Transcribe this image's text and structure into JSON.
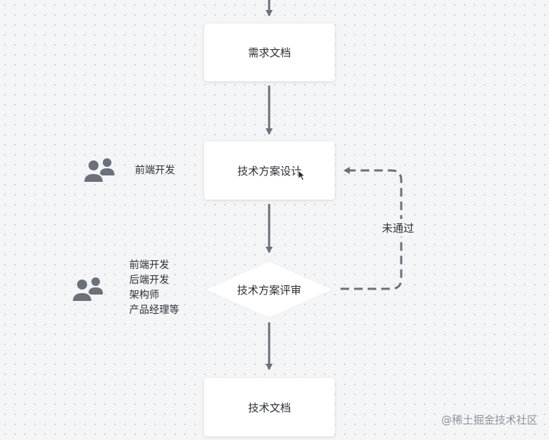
{
  "nodes": {
    "requirements_doc": "需求文档",
    "tech_design": "技术方案设计",
    "tech_review": "技术方案评审",
    "tech_doc": "技术文档"
  },
  "edges": {
    "rejected_label": "未通过"
  },
  "roles": {
    "design_owner": "前端开发",
    "review_members": [
      "前端开发",
      "后端开发",
      "架构师",
      "产品经理等"
    ]
  },
  "icons": {
    "design_role_icon": "users-icon",
    "review_role_icon": "users-icon",
    "pointer": "mouse-pointer-icon"
  },
  "watermark": "@稀土掘金技术社区",
  "colors": {
    "background": "#f4f5f7",
    "node_fill": "#ffffff",
    "connector": "#6b7079",
    "icon": "#6b7079"
  }
}
